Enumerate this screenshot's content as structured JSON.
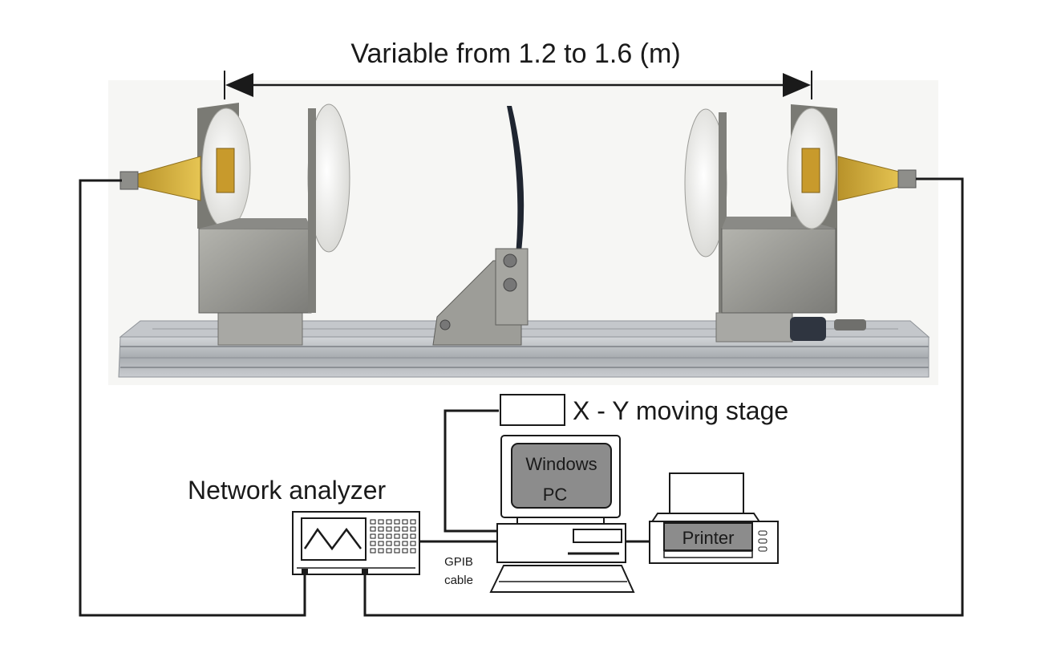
{
  "labels": {
    "distance": "Variable from 1.2 to 1.6 (m)",
    "xy_stage": "X - Y moving stage",
    "network_analyzer": "Network analyzer",
    "pc_line1": "Windows",
    "pc_line2": "PC",
    "printer": "Printer",
    "gpib_line1": "GPIB",
    "gpib_line2": "cable"
  },
  "colors": {
    "background": "#ffffff",
    "cable": "#1a1a1a",
    "horn": "#d9b43a",
    "lens": "#f2f2f0",
    "metal_box": "#9a9a96",
    "rail": "#b8bcc0",
    "screen": "#8c8c8c"
  }
}
